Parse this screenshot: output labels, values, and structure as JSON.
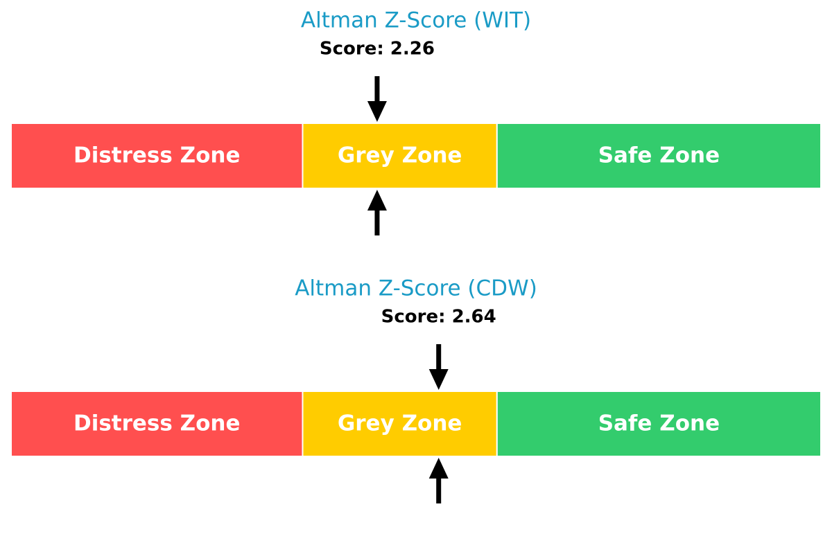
{
  "chart_data": [
    {
      "type": "gauge",
      "title": "Altman Z-Score (WIT)",
      "score_label": "Score: 2.26",
      "score": 2.26,
      "xlim": [
        0,
        5
      ],
      "zones": [
        {
          "label": "Distress Zone",
          "from": 0,
          "to": 1.8,
          "color": "#ff4f4f"
        },
        {
          "label": "Grey Zone",
          "from": 1.8,
          "to": 3.0,
          "color": "#ffcc00"
        },
        {
          "label": "Safe Zone",
          "from": 3.0,
          "to": 5.0,
          "color": "#33cc6d"
        }
      ]
    },
    {
      "type": "gauge",
      "title": "Altman Z-Score (CDW)",
      "score_label": "Score: 2.64",
      "score": 2.64,
      "xlim": [
        0,
        5
      ],
      "zones": [
        {
          "label": "Distress Zone",
          "from": 0,
          "to": 1.8,
          "color": "#ff4f4f"
        },
        {
          "label": "Grey Zone",
          "from": 1.8,
          "to": 3.0,
          "color": "#ffcc00"
        },
        {
          "label": "Safe Zone",
          "from": 3.0,
          "to": 5.0,
          "color": "#33cc6d"
        }
      ]
    }
  ],
  "colors": {
    "title": "#1a9bc6",
    "score_text": "#000000",
    "zone_text": "#ffffff",
    "arrow": "#000000"
  }
}
